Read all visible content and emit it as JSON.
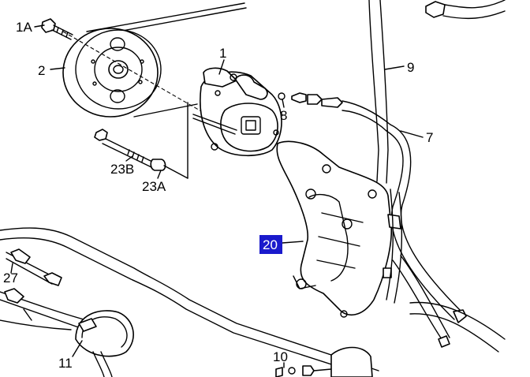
{
  "colors": {
    "line": "#000000",
    "background": "#ffffff",
    "highlight_bg": "#1a1acc",
    "highlight_text": "#ffffff"
  },
  "callouts": [
    {
      "id": "1A",
      "label": "1A",
      "highlighted": false
    },
    {
      "id": "2",
      "label": "2",
      "highlighted": false
    },
    {
      "id": "1",
      "label": "1",
      "highlighted": false
    },
    {
      "id": "9",
      "label": "9",
      "highlighted": false
    },
    {
      "id": "8",
      "label": "8",
      "highlighted": false
    },
    {
      "id": "7",
      "label": "7",
      "highlighted": false
    },
    {
      "id": "23B",
      "label": "23B",
      "highlighted": false
    },
    {
      "id": "23A",
      "label": "23A",
      "highlighted": false
    },
    {
      "id": "20",
      "label": "20",
      "highlighted": true
    },
    {
      "id": "27",
      "label": "27",
      "highlighted": false
    },
    {
      "id": "11",
      "label": "11",
      "highlighted": false
    },
    {
      "id": "10",
      "label": "10",
      "highlighted": false
    }
  ]
}
